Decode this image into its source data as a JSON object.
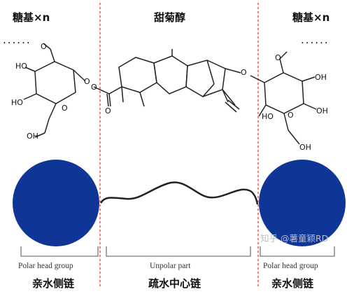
{
  "header": {
    "left_title": "糖基×n",
    "center_title": "甜菊醇",
    "right_title": "糖基×n"
  },
  "molecule": {
    "atom_labels": {
      "o": "O",
      "ho": "HO",
      "oh": "OH"
    },
    "dots": "......"
  },
  "captions": {
    "left_en": "Polar head group",
    "center_en": "Unpolar part",
    "right_en": "Polar head group",
    "left_zh": "亲水侧链",
    "center_zh": "疏水中心链",
    "right_zh": "亲水侧链"
  },
  "watermark": "知乎 @薯童颖RD",
  "colors": {
    "polar_head": "#0f3596",
    "divider": "#e0403a",
    "line": "#222222"
  }
}
